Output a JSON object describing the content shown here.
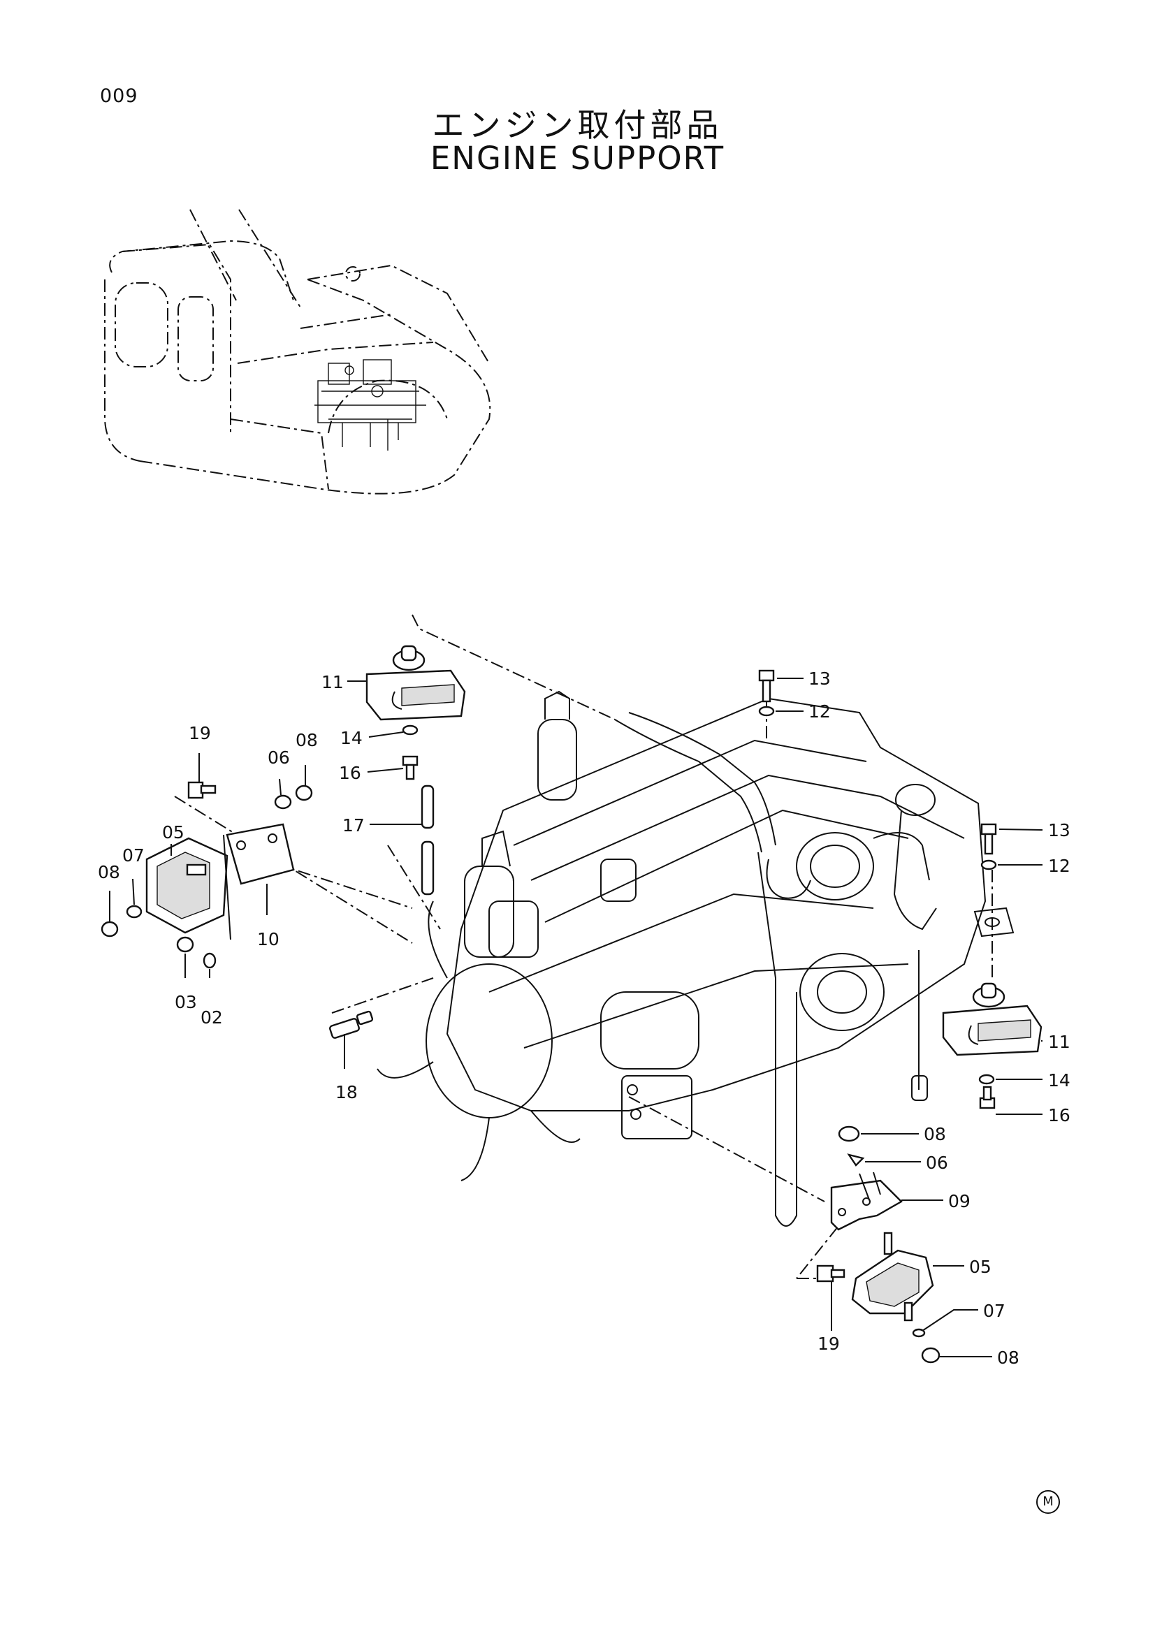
{
  "header": {
    "page_number": "009",
    "title_jp": "エンジン取付部品",
    "title_en": "ENGINE SUPPORT"
  },
  "footer": {
    "mark": "M"
  },
  "callouts": [
    {
      "id": "c-11a",
      "label": "11"
    },
    {
      "id": "c-14a",
      "label": "14"
    },
    {
      "id": "c-16a",
      "label": "16"
    },
    {
      "id": "c-17",
      "label": "17"
    },
    {
      "id": "c-13a",
      "label": "13"
    },
    {
      "id": "c-12a",
      "label": "12"
    },
    {
      "id": "c-19a",
      "label": "19"
    },
    {
      "id": "c-06a",
      "label": "06"
    },
    {
      "id": "c-08a",
      "label": "08"
    },
    {
      "id": "c-05a",
      "label": "05"
    },
    {
      "id": "c-07a",
      "label": "07"
    },
    {
      "id": "c-08b",
      "label": "08"
    },
    {
      "id": "c-10",
      "label": "10"
    },
    {
      "id": "c-03",
      "label": "03"
    },
    {
      "id": "c-02",
      "label": "02"
    },
    {
      "id": "c-18",
      "label": "18"
    },
    {
      "id": "c-13b",
      "label": "13"
    },
    {
      "id": "c-12b",
      "label": "12"
    },
    {
      "id": "c-11b",
      "label": "11"
    },
    {
      "id": "c-14b",
      "label": "14"
    },
    {
      "id": "c-16b",
      "label": "16"
    },
    {
      "id": "c-08c",
      "label": "08"
    },
    {
      "id": "c-06b",
      "label": "06"
    },
    {
      "id": "c-09",
      "label": "09"
    },
    {
      "id": "c-05b",
      "label": "05"
    },
    {
      "id": "c-19b",
      "label": "19"
    },
    {
      "id": "c-07b",
      "label": "07"
    },
    {
      "id": "c-08d",
      "label": "08"
    }
  ]
}
